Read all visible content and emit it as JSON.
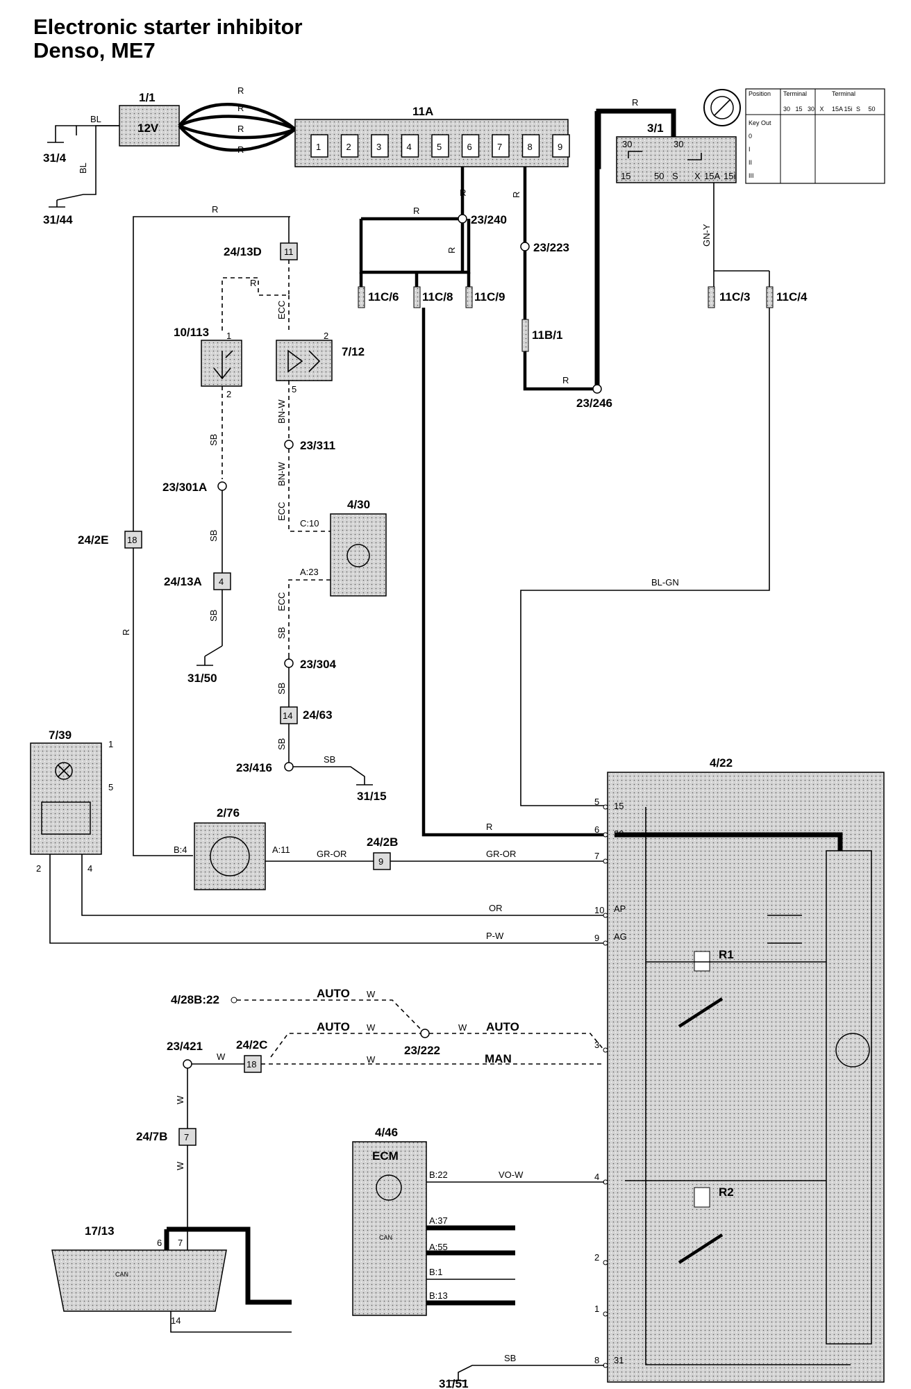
{
  "title": {
    "line1": "Electronic starter inhibitor",
    "line2": "Denso, ME7"
  },
  "components": {
    "battery": {
      "id": "1/1",
      "voltage": "12V"
    },
    "fuse_box": {
      "id": "11A",
      "fuses": [
        "1",
        "2",
        "3",
        "4",
        "5",
        "6",
        "7",
        "8",
        "9"
      ]
    },
    "ignition_switch": {
      "id": "3/1",
      "terminals": [
        "30",
        "30",
        "15",
        "50",
        "S",
        "X",
        "15A",
        "15i"
      ]
    },
    "key_table": {
      "headers": [
        "Position",
        "Terminal",
        "Terminal"
      ],
      "terminal_cols": [
        "30",
        "15",
        "30",
        "X",
        "15A",
        "15i",
        "S",
        "50"
      ],
      "rows": [
        "Key Out",
        "0",
        "I",
        "II",
        "III"
      ]
    },
    "tcm": {
      "id": "4/22",
      "relay1": "R1",
      "relay2": "R2",
      "pins": [
        "5",
        "6",
        "7",
        "10",
        "9",
        "3",
        "4",
        "2",
        "1",
        "8"
      ],
      "pin_labels": [
        "15",
        "30",
        "AP",
        "AG",
        "31"
      ]
    },
    "ecm": {
      "id": "4/46",
      "title": "ECM",
      "can_label": "CAN",
      "pins": [
        "B:22",
        "A:37",
        "A:55",
        "B:1",
        "B:13"
      ]
    },
    "dlc": {
      "id": "17/13",
      "can_label": "CAN",
      "pins": [
        "6",
        "7",
        "14"
      ]
    },
    "climate": {
      "id": "4/30",
      "pins": [
        "C:10",
        "A:23"
      ]
    },
    "lamp_module": {
      "id": "7/39",
      "pins": [
        "1",
        "5",
        "2",
        "4"
      ]
    },
    "immobilizer": {
      "id": "2/76",
      "pins": [
        "B:4",
        "A:11"
      ]
    },
    "led_10_113": {
      "id": "10/113",
      "pins": [
        "1",
        "2"
      ]
    },
    "led_7_12": {
      "id": "7/12",
      "pins": [
        "2",
        "5"
      ]
    }
  },
  "connectors": [
    "24/13D",
    "11",
    "24/2E",
    "18",
    "24/13A",
    "4",
    "24/63",
    "14",
    "24/2B",
    "9",
    "24/2C",
    "18",
    "24/7B",
    "7",
    "11C/6",
    "11C/8",
    "11C/9",
    "11B/1",
    "11C/3",
    "11C/4"
  ],
  "splices": [
    "23/240",
    "23/223",
    "23/246",
    "23/311",
    "23/301A",
    "23/304",
    "23/416",
    "23/222",
    "23/421"
  ],
  "grounds": [
    "31/4",
    "31/44",
    "31/50",
    "31/15",
    "31/51"
  ],
  "signal": {
    "source": "4/28B:22",
    "auto": "AUTO",
    "man": "MAN"
  },
  "wire_colors": [
    "BL",
    "R",
    "GN-Y",
    "ECC",
    "BN-W",
    "SB",
    "BL-GN",
    "GR-OR",
    "OR",
    "P-W",
    "W",
    "VO-W"
  ]
}
